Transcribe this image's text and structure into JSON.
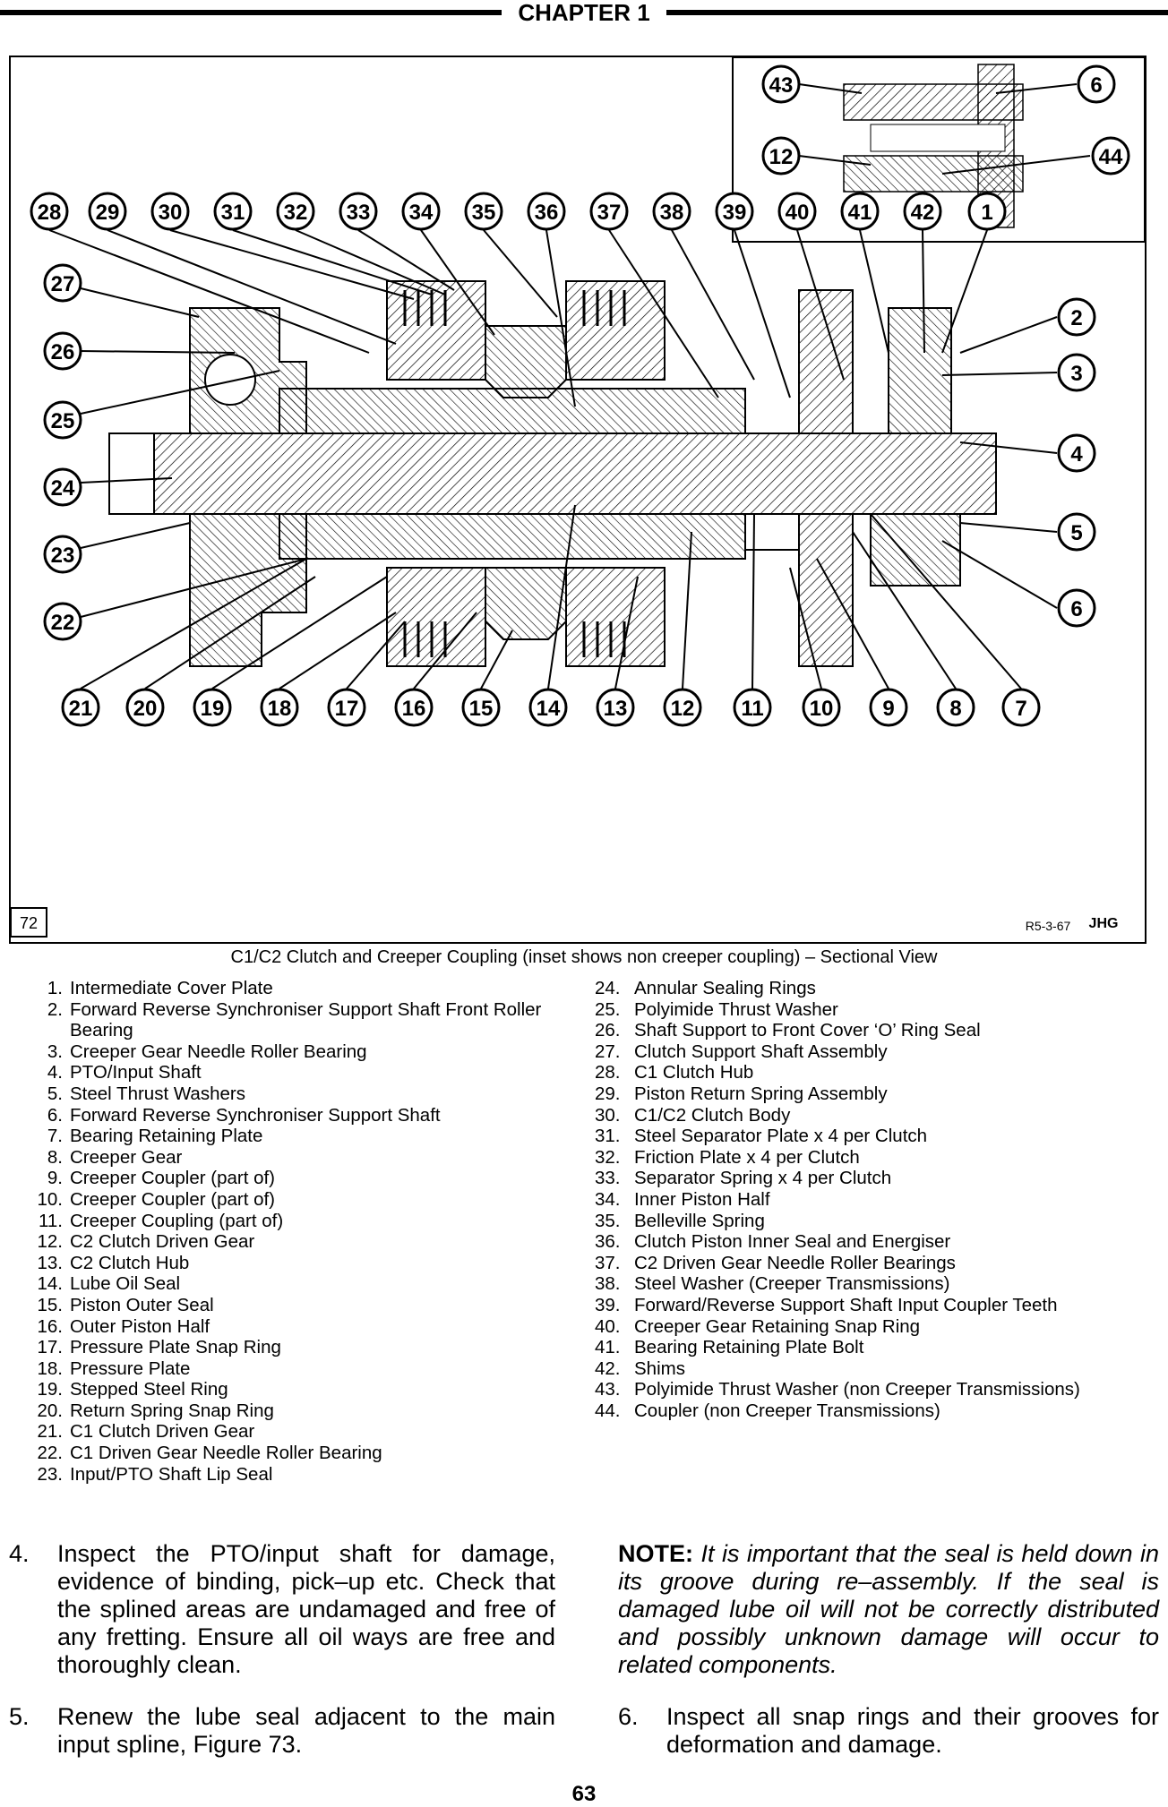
{
  "header": {
    "chapter": "CHAPTER 1"
  },
  "figure": {
    "number": "72",
    "ref_code": "R5-3-67",
    "artist_mark": "JHG",
    "callouts_top": [
      "28",
      "29",
      "30",
      "31",
      "32",
      "33",
      "34",
      "35",
      "36",
      "37",
      "38",
      "39",
      "40",
      "41",
      "42",
      "1"
    ],
    "callouts_left": [
      "27",
      "26",
      "25",
      "24",
      "23",
      "22"
    ],
    "callouts_right": [
      "2",
      "3",
      "4",
      "5",
      "6"
    ],
    "callouts_bottom": [
      "21",
      "20",
      "19",
      "18",
      "17",
      "16",
      "15",
      "14",
      "13",
      "12",
      "11",
      "10",
      "9",
      "8",
      "7"
    ],
    "callouts_inset": [
      "43",
      "6",
      "12",
      "44"
    ]
  },
  "caption": "C1/C2 Clutch and Creeper Coupling (inset shows non creeper coupling) – Sectional View",
  "legend": [
    {
      "n": "1.",
      "t": "Intermediate Cover Plate"
    },
    {
      "n": "2.",
      "t": "Forward Reverse Synchroniser Support Shaft Front Roller Bearing"
    },
    {
      "n": "3.",
      "t": "Creeper Gear Needle Roller Bearing"
    },
    {
      "n": "4.",
      "t": "PTO/Input Shaft"
    },
    {
      "n": "5.",
      "t": "Steel Thrust Washers"
    },
    {
      "n": "6.",
      "t": "Forward Reverse Synchroniser Support Shaft"
    },
    {
      "n": "7.",
      "t": "Bearing Retaining Plate"
    },
    {
      "n": "8.",
      "t": "Creeper Gear"
    },
    {
      "n": "9.",
      "t": "Creeper Coupler (part of)"
    },
    {
      "n": "10.",
      "t": "Creeper Coupler (part of)"
    },
    {
      "n": "11.",
      "t": "Creeper Coupling (part of)"
    },
    {
      "n": "12.",
      "t": "C2 Clutch Driven Gear"
    },
    {
      "n": "13.",
      "t": "C2 Clutch Hub"
    },
    {
      "n": "14.",
      "t": "Lube Oil Seal"
    },
    {
      "n": "15.",
      "t": "Piston Outer Seal"
    },
    {
      "n": "16.",
      "t": "Outer Piston Half"
    },
    {
      "n": "17.",
      "t": "Pressure Plate Snap Ring"
    },
    {
      "n": "18.",
      "t": "Pressure Plate"
    },
    {
      "n": "19.",
      "t": "Stepped Steel Ring"
    },
    {
      "n": "20.",
      "t": "Return Spring Snap Ring"
    },
    {
      "n": "21.",
      "t": "C1 Clutch Driven Gear"
    },
    {
      "n": "22.",
      "t": "C1 Driven Gear Needle Roller Bearing"
    },
    {
      "n": "23.",
      "t": "Input/PTO Shaft Lip Seal"
    },
    {
      "n": "24.",
      "t": "Annular Sealing Rings"
    },
    {
      "n": "25.",
      "t": "Polyimide Thrust Washer"
    },
    {
      "n": "26.",
      "t": "Shaft Support to Front Cover ‘O’ Ring Seal"
    },
    {
      "n": "27.",
      "t": "Clutch Support Shaft Assembly"
    },
    {
      "n": "28.",
      "t": "C1 Clutch Hub"
    },
    {
      "n": "29.",
      "t": "Piston Return Spring Assembly"
    },
    {
      "n": "30.",
      "t": "C1/C2 Clutch Body"
    },
    {
      "n": "31.",
      "t": "Steel Separator Plate x 4 per Clutch"
    },
    {
      "n": "32.",
      "t": "Friction Plate x 4 per Clutch"
    },
    {
      "n": "33.",
      "t": "Separator Spring x 4 per Clutch"
    },
    {
      "n": "34.",
      "t": "Inner Piston Half"
    },
    {
      "n": "35.",
      "t": "Belleville Spring"
    },
    {
      "n": "36.",
      "t": "Clutch Piston Inner Seal and Energiser"
    },
    {
      "n": "37.",
      "t": "C2 Driven Gear Needle Roller Bearings"
    },
    {
      "n": "38.",
      "t": "Steel Washer (Creeper Transmissions)"
    },
    {
      "n": "39.",
      "t": "Forward/Reverse Support Shaft Input Coupler Teeth"
    },
    {
      "n": "40.",
      "t": "Creeper Gear Retaining Snap Ring"
    },
    {
      "n": "41.",
      "t": "Bearing Retaining Plate Bolt"
    },
    {
      "n": "42.",
      "t": "Shims"
    },
    {
      "n": "43.",
      "t": "Polyimide Thrust Washer (non Creeper Transmissions)"
    },
    {
      "n": "44.",
      "t": "Coupler (non Creeper Transmissions)"
    }
  ],
  "steps": {
    "s4_num": "4.",
    "s4_text": "Inspect the PTO/input shaft for damage, evidence of binding, pick–up etc. Check that the splined areas are undamaged and free of any fretting. Ensure all oil ways are free and thoroughly clean.",
    "s5_num": "5.",
    "s5_text": "Renew the lube seal adjacent to the main input spline, Figure 73.",
    "note_label": "NOTE:",
    "note_text": "It is important that the seal is held down in its groove during re–assembly. If the seal is damaged lube oil will not be correctly distributed and possibly unknown damage will occur to related components.",
    "s6_num": "6.",
    "s6_text": "Inspect all snap rings and their grooves for deformation and damage."
  },
  "page_number": "63"
}
